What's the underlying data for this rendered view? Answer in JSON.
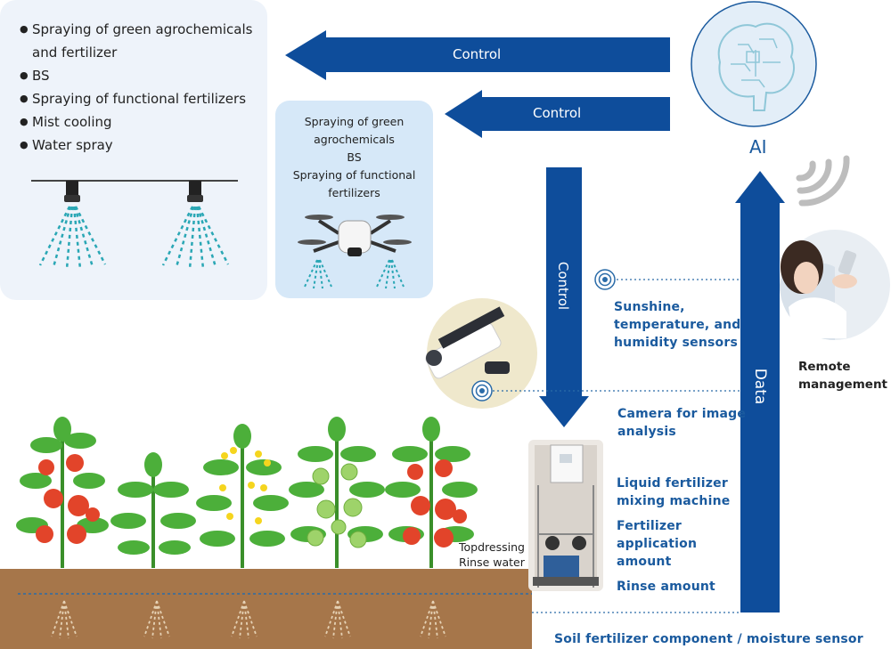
{
  "left_panel": {
    "items": [
      "Spraying of green agrochemicals and fertilizer",
      "BS",
      "Spraying of functional fertilizers",
      "Mist cooling",
      "Water spray"
    ]
  },
  "drone_panel": {
    "lines": [
      "Spraying of green",
      "agrochemicals",
      "BS",
      "Spraying of functional",
      "fertilizers"
    ]
  },
  "arrows": {
    "control_top": "Control",
    "control_middle": "Control",
    "control_vertical": "Control",
    "data_vertical": "Data"
  },
  "ai_label": "AI",
  "remote": {
    "line1": "Remote",
    "line2": "management"
  },
  "sensors": {
    "sunshine": [
      "Sunshine,",
      "temperature, and",
      "humidity sensors"
    ],
    "camera": [
      "Camera for image",
      "analysis"
    ],
    "liquid": [
      "Liquid fertilizer",
      "mixing machine"
    ],
    "fertilizer": [
      "Fertilizer",
      "application",
      "amount"
    ],
    "rinse": "Rinse amount",
    "soil": "Soil fertilizer component / moisture sensor"
  },
  "topdressing": {
    "line1": "Topdressing",
    "line2": "Rinse water"
  },
  "colors": {
    "arrow_blue": "#0e4d9b",
    "label_blue": "#1a5a9e",
    "soil_brown": "#a6764a",
    "panel_light": "#eef3fa",
    "panel_drone": "#d6e8f8"
  }
}
